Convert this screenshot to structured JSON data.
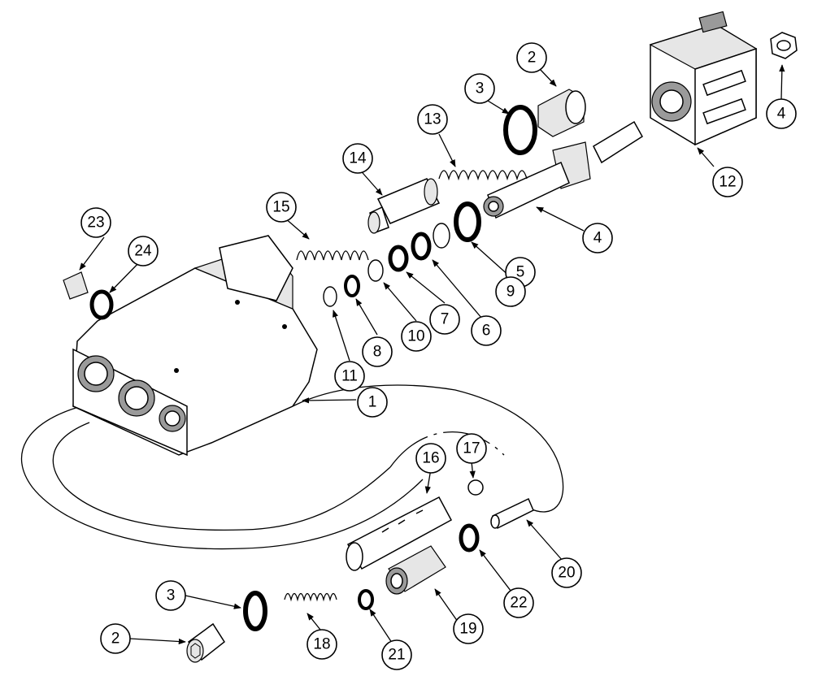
{
  "callouts": [
    "1",
    "2",
    "3",
    "4",
    "5",
    "6",
    "7",
    "8",
    "9",
    "10",
    "11",
    "12",
    "13",
    "14",
    "15",
    "16",
    "17",
    "18",
    "19",
    "20",
    "21",
    "22",
    "23",
    "24"
  ],
  "duplicates": [
    "2",
    "3",
    "4"
  ]
}
